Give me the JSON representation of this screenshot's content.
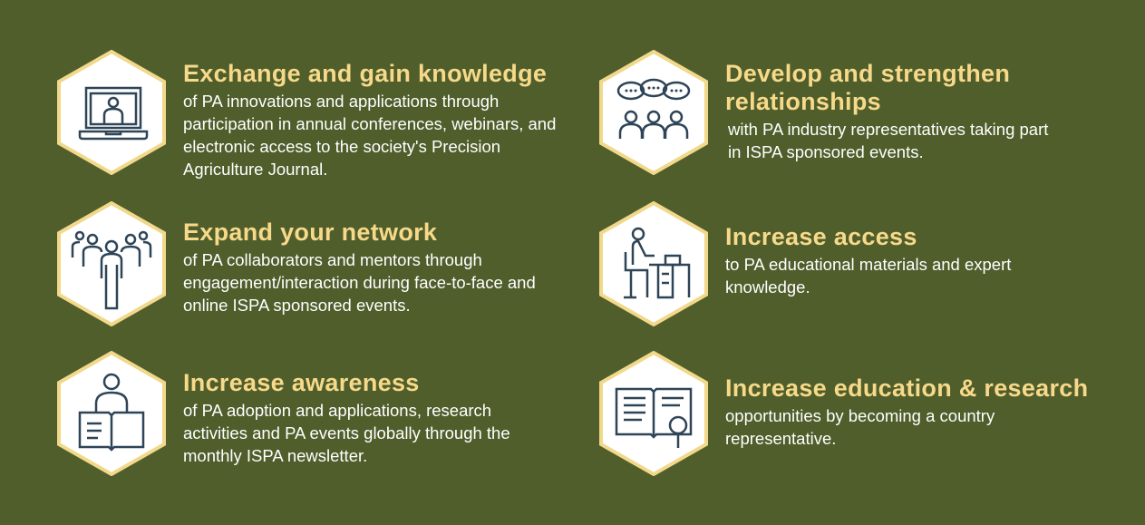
{
  "colors": {
    "background": "#4f5e2b",
    "title": "#f7d98a",
    "hex_border": "#f2d88a",
    "icon": "#2e4457"
  },
  "items": [
    {
      "title": "Exchange and gain knowledge",
      "body": "of PA innovations and applications through participation in annual conferences, webinars, and electronic access to the society's Precision Agriculture Journal.",
      "icon": "laptop-person-icon"
    },
    {
      "title": "Expand your network",
      "body": "of PA collaborators and mentors through engagement/interaction during face-to-face and online ISPA sponsored events.",
      "icon": "network-people-icon"
    },
    {
      "title": "Increase awareness",
      "body": "of PA adoption and applications, research activities and PA events globally through the monthly ISPA newsletter.",
      "icon": "person-reading-icon"
    },
    {
      "title": "Develop and strengthen relationships",
      "body": "with PA industry representatives taking part in ISPA sponsored events.",
      "icon": "group-chat-icon"
    },
    {
      "title": "Increase access",
      "body": "to PA educational materials and expert knowledge.",
      "icon": "person-desk-icon"
    },
    {
      "title": "Increase education & research",
      "body": "opportunities by becoming a country representative.",
      "icon": "book-magnifier-icon"
    }
  ]
}
